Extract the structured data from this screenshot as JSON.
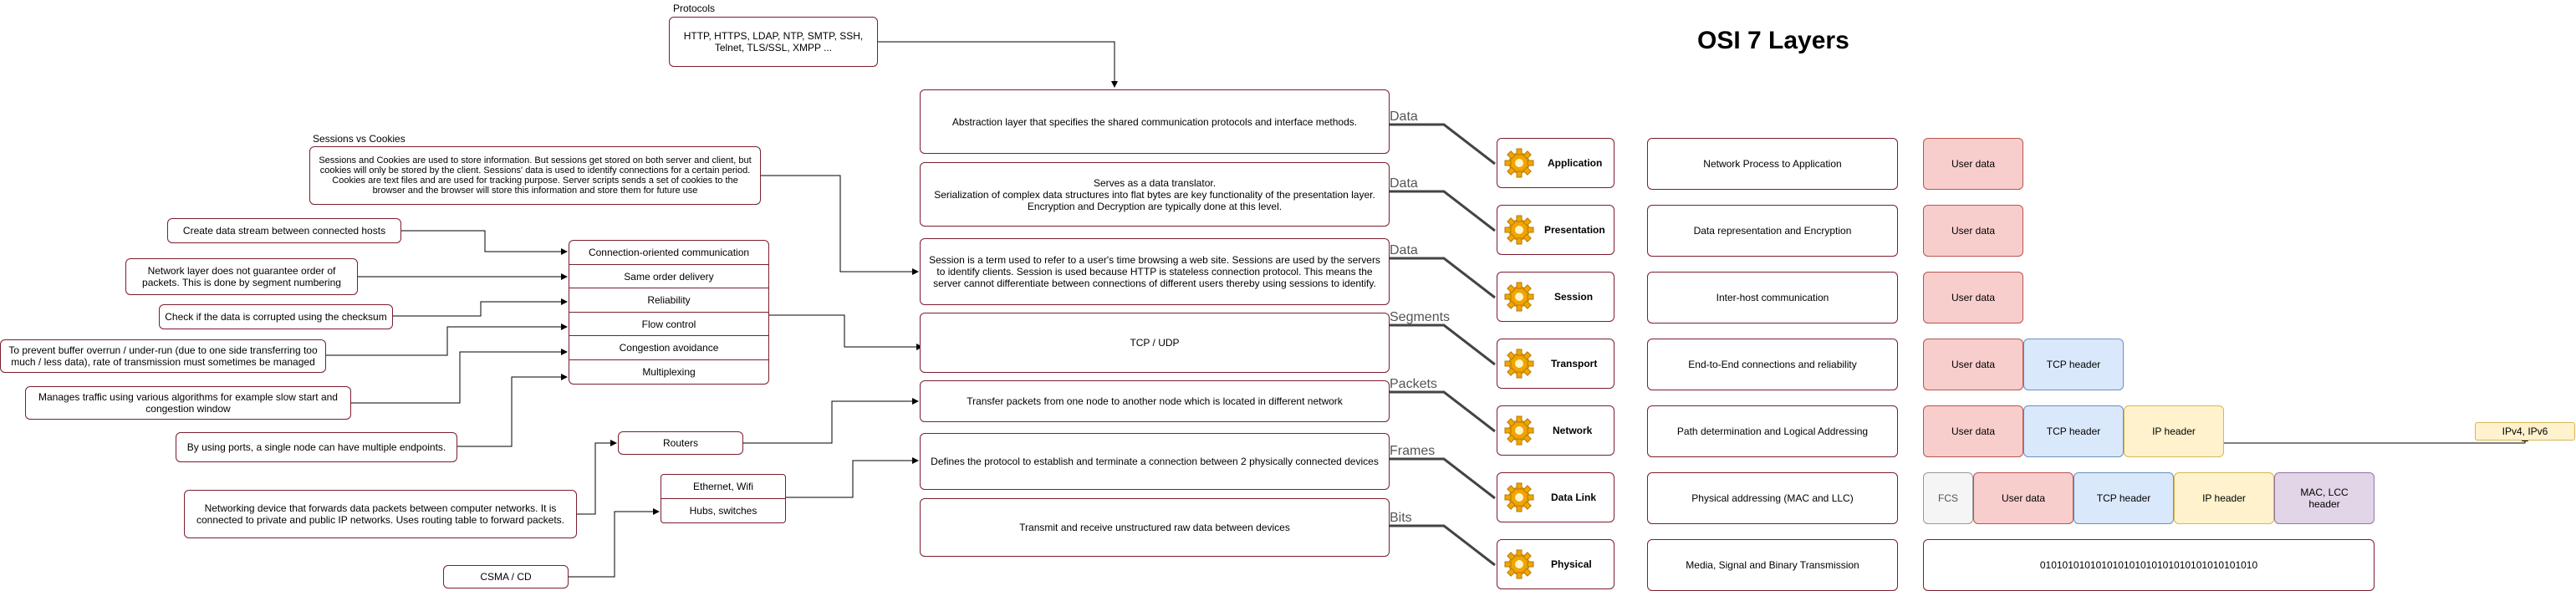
{
  "title": "OSI 7 Layers",
  "labels": {
    "protocols": "Protocols",
    "sessions_vs_cookies": "Sessions vs Cookies"
  },
  "protocols_text": "HTTP, HTTPS, LDAP, NTP, SMTP, SSH, Telnet, TLS/SSL, XMPP ...",
  "sessions_cookies_text": "Sessions and Cookies are used to store information. But sessions get stored on both server and client, but cookies will only be stored by the client. Sessions' data is used to identify connections for a certain period. Cookies are text files and are used for tracking purpose. Server scripts sends a set of cookies to the browser and the browser will store this information and store them for future use",
  "layers": [
    {
      "name": "Application",
      "pdu": "Data",
      "description": "Abstraction layer that specifies the shared communication protocols and interface methods.",
      "function": "Network Process to Application"
    },
    {
      "name": "Presentation",
      "pdu": "Data",
      "description": "Serves as a data translator.\nSerialization of complex data structures into flat bytes are key functionality of the presentation layer.\nEncryption and Decryption are typically done at this level.",
      "function": "Data representation and Encryption"
    },
    {
      "name": "Session",
      "pdu": "Data",
      "description": "Session is a term used to refer to a user's time browsing a web site. Sessions are used by the servers to identify clients. Session is used because HTTP is stateless connection protocol. This means the server cannot differentiate between connections of different users thereby using sessions to identify.",
      "function": "Inter-host communication"
    },
    {
      "name": "Transport",
      "pdu": "Segments",
      "description": "TCP / UDP",
      "function": "End-to-End connections and reliability"
    },
    {
      "name": "Network",
      "pdu": "Packets",
      "description": "Transfer packets from one node to another node which is located in different network",
      "function": "Path determination and Logical Addressing"
    },
    {
      "name": "Data Link",
      "pdu": "Frames",
      "description": "Defines the protocol to establish and terminate a connection between 2 physically connected devices",
      "function": "Physical addressing (MAC and LLC)"
    },
    {
      "name": "Physical",
      "pdu": "Bits",
      "description": "Transmit and receive unstructured raw data between devices",
      "function": "Media, Signal and Binary Transmission"
    }
  ],
  "encapsulation": {
    "user_data": "User data",
    "tcp_header": "TCP header",
    "ip_header": "IP header",
    "fcs": "FCS",
    "mac_llc_header": "MAC, LCC header",
    "bits": "010101010101010101010101010101010101010",
    "ip_versions": "IPv4, IPv6"
  },
  "transport_features": [
    "Connection-oriented communication",
    "Same order delivery",
    "Reliability",
    "Flow control",
    "Congestion avoidance",
    "Multiplexing"
  ],
  "transport_notes": [
    "Create data stream between connected hosts",
    "Network layer does not guarantee order of packets. This is done by segment numbering",
    "Check if the data is corrupted using the checksum",
    "To prevent buffer overrun / under-run (due to one side transferring too much / less data), rate of transmission must sometimes be managed",
    "Manages traffic using various algorithms for example slow start and congestion window",
    "By using ports, a single node can have multiple endpoints."
  ],
  "network_devices": {
    "routers": "Routers",
    "router_note": "Networking device that forwards data packets between computer networks. It is connected to private and public IP networks. Uses routing table to forward packets.",
    "ethernet": "Ethernet, Wifi",
    "hubs": "Hubs, switches",
    "csma": "CSMA / CD"
  }
}
